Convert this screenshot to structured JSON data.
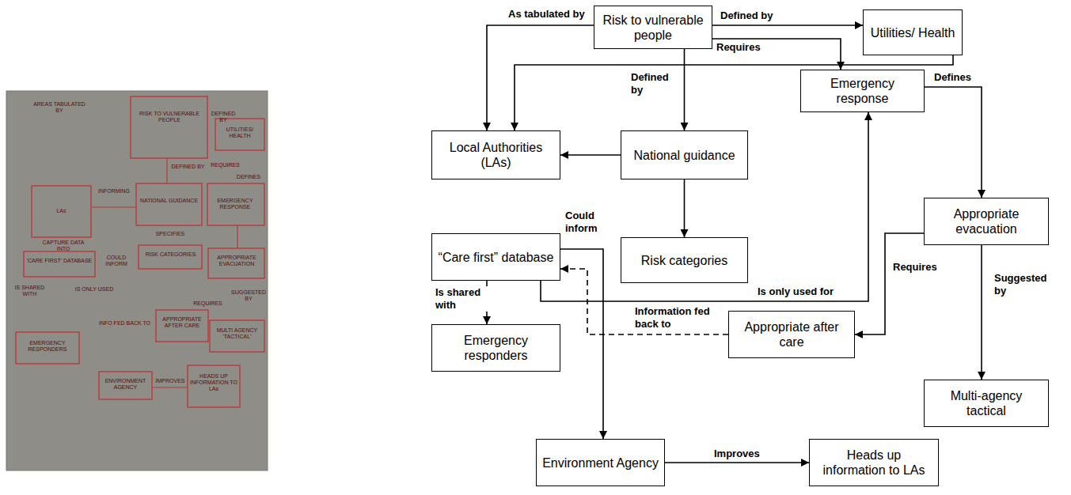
{
  "diagram": {
    "nodes": [
      {
        "text": [
          "Risk to vulnerable people"
        ]
      },
      {
        "text": [
          "Utilities/ Health"
        ]
      },
      {
        "text": [
          "Emergency response"
        ]
      },
      {
        "text": [
          "Local Authorities (LAs)"
        ]
      },
      {
        "text": [
          "National guidance"
        ]
      },
      {
        "text": [
          "“Care first” database"
        ]
      },
      {
        "text": [
          "Risk categories"
        ]
      },
      {
        "text": [
          "Appropriate evacuation"
        ]
      },
      {
        "text": [
          "Emergency responders"
        ]
      },
      {
        "text": [
          "Appropriate after care"
        ]
      },
      {
        "text": [
          "Multi-agency tactical"
        ]
      },
      {
        "text": [
          "Environment Agency"
        ]
      },
      {
        "text": [
          "Heads up information to LAs"
        ]
      }
    ],
    "edges": [
      {
        "from": 0,
        "to": 3,
        "arrow": "to",
        "label": "As tabulated by"
      },
      {
        "from": 0,
        "to": 1,
        "arrow": "to",
        "label": "Defined by"
      },
      {
        "from": 0,
        "to": 2,
        "arrow": "to",
        "label": "Requires"
      },
      {
        "from": 1,
        "to": 3,
        "arrow": "to"
      },
      {
        "from": 0,
        "to": 4,
        "arrow": "to",
        "label": "Defined by"
      },
      {
        "from": 4,
        "to": 3,
        "arrow": "to"
      },
      {
        "from": 4,
        "to": 6,
        "arrow": "to"
      },
      {
        "from": 2,
        "to": 7,
        "arrow": "to",
        "label": "Defines"
      },
      {
        "from": 5,
        "to": 2,
        "arrow": "to",
        "label": "Is only used for"
      },
      {
        "from": 7,
        "to": 9,
        "arrow": "to",
        "label": "Requires"
      },
      {
        "from": 7,
        "to": 10,
        "arrow": "to",
        "label": "Suggested by"
      },
      {
        "from": 5,
        "to": 8,
        "arrow": "to",
        "label": "Is shared with"
      },
      {
        "from": 9,
        "to": 5,
        "arrow": "to",
        "label": "Information fed back to"
      },
      {
        "from": 5,
        "to": 11,
        "arrow": "to",
        "label": "Could inform"
      },
      {
        "from": 11,
        "to": 12,
        "arrow": "to",
        "label": "Improves"
      }
    ],
    "labels": [
      "AREAS TABULATED BY",
      "RISK TO VULNERABLE PEOPLE",
      "DEFINED BY",
      "UTILITIES/ HEALTH",
      "REQUIRES",
      "DEFINED BY",
      "LAs",
      "INFORMING",
      "NATIONAL GUIDANCE",
      "EMERGENCY RESPONSE",
      "DEFINES",
      "CAPTURE DATA INTO",
      "SPECIFIES",
      "'CARE FIRST' DATABASE",
      "COULD INFORM",
      "RISK CATEGORIES",
      "APPROPRIATE EVACUATION",
      "IS SHARED WITH",
      "IS ONLY USED",
      "REQUIRES",
      "SUGGESTED BY",
      "INFO FED BACK TO",
      "APPROPRIATE AFTER CARE",
      "EMERGENCY RESPONDERS",
      "MULTI AGENCY 'TACTICAL'",
      "ENVIRONMENT AGENCY",
      "IMPROVES",
      "HEADS UP INFORMATION TO LAs"
    ]
  }
}
